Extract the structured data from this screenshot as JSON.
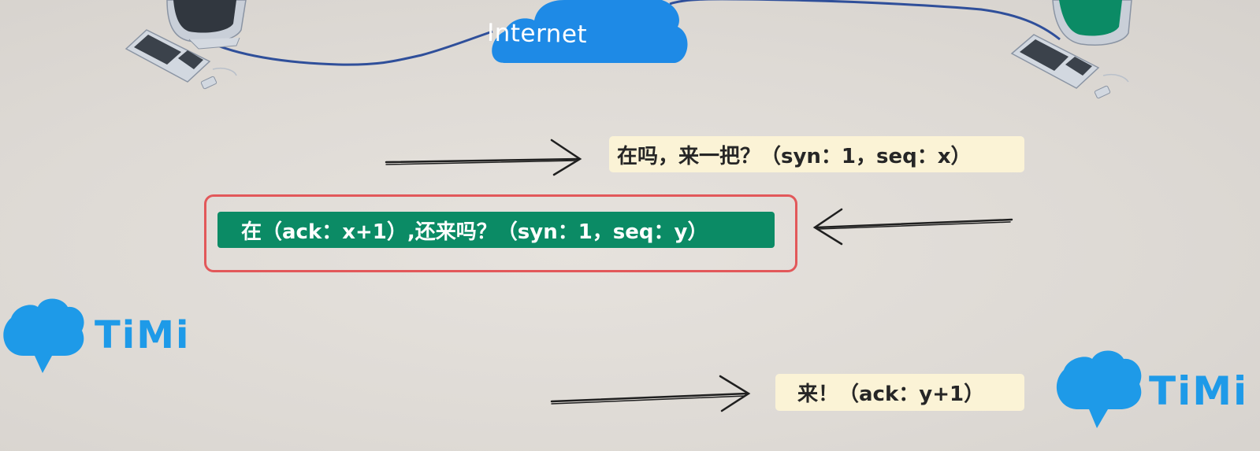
{
  "network": {
    "cloud_label": "Internet"
  },
  "messages": [
    {
      "direction": "client-to-server",
      "text": "在吗，来一把？（syn：1，seq：x）"
    },
    {
      "direction": "server-to-client",
      "text": "在（ack：x+1）,还来吗？（syn：1，seq：y）"
    },
    {
      "direction": "client-to-server",
      "text": "来！（ack：y+1）"
    }
  ],
  "logos": [
    {
      "text": "TiMi"
    },
    {
      "text": "TiMi"
    }
  ],
  "colors": {
    "cloud": "#1e8ae6",
    "wire": "#2f4f9a",
    "message_light_bg": "#fbf3d6",
    "message_dark_bg": "#0b8b65",
    "highlight_border": "#e2585a",
    "logo": "#1e9ae8"
  }
}
